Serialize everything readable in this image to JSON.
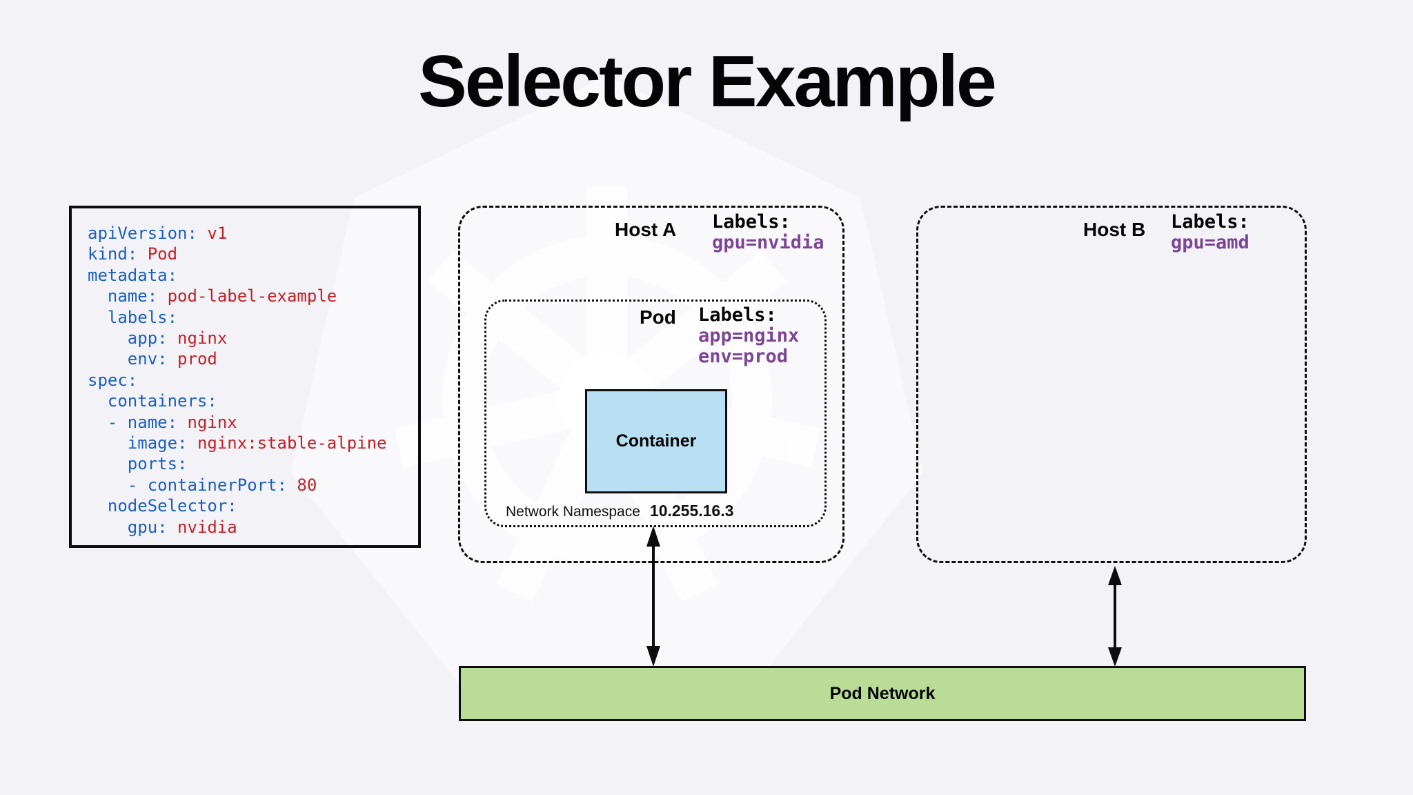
{
  "title": "Selector Example",
  "colors": {
    "background": "#f2f2f7",
    "yaml_key_blue": "#1b5fc1",
    "yaml_value_red": "#c42126",
    "label_purple": "#7d4596",
    "container_fill_blue": "#b9e0f2",
    "network_fill_green": "#b9dc97",
    "line_black": "#0d0d0d"
  },
  "yaml_panel": {
    "lines": [
      {
        "indent": 0,
        "segments": [
          {
            "text": "apiVersion:",
            "type": "key"
          },
          {
            "text": " v1",
            "type": "value"
          }
        ]
      },
      {
        "indent": 0,
        "segments": [
          {
            "text": "kind:",
            "type": "key"
          },
          {
            "text": " Pod",
            "type": "value"
          }
        ]
      },
      {
        "indent": 0,
        "segments": [
          {
            "text": "metadata:",
            "type": "key"
          }
        ]
      },
      {
        "indent": 1,
        "segments": [
          {
            "text": "name:",
            "type": "key"
          },
          {
            "text": " pod-label-example",
            "type": "value"
          }
        ]
      },
      {
        "indent": 1,
        "segments": [
          {
            "text": "labels:",
            "type": "key"
          }
        ]
      },
      {
        "indent": 2,
        "segments": [
          {
            "text": "app:",
            "type": "key"
          },
          {
            "text": " nginx",
            "type": "value"
          }
        ]
      },
      {
        "indent": 2,
        "segments": [
          {
            "text": "env:",
            "type": "key"
          },
          {
            "text": " prod",
            "type": "value"
          }
        ]
      },
      {
        "indent": 0,
        "segments": [
          {
            "text": "spec:",
            "type": "key"
          }
        ]
      },
      {
        "indent": 1,
        "segments": [
          {
            "text": "containers:",
            "type": "key"
          }
        ]
      },
      {
        "indent": 1,
        "segments": [
          {
            "text": "- name:",
            "type": "key"
          },
          {
            "text": " nginx",
            "type": "value"
          }
        ]
      },
      {
        "indent": 2,
        "segments": [
          {
            "text": "image:",
            "type": "key"
          },
          {
            "text": " nginx:stable-alpine",
            "type": "value"
          }
        ]
      },
      {
        "indent": 2,
        "segments": [
          {
            "text": "ports:",
            "type": "key"
          }
        ]
      },
      {
        "indent": 2,
        "segments": [
          {
            "text": "- containerPort:",
            "type": "key"
          },
          {
            "text": " 80",
            "type": "value"
          }
        ]
      },
      {
        "indent": 1,
        "segments": [
          {
            "text": "nodeSelector:",
            "type": "key"
          }
        ]
      },
      {
        "indent": 2,
        "segments": [
          {
            "text": "gpu:",
            "type": "key"
          },
          {
            "text": " nvidia",
            "type": "value"
          }
        ]
      }
    ]
  },
  "host_a": {
    "name": "Host A",
    "labels_heading": "Labels:",
    "labels": [
      "gpu=nvidia"
    ]
  },
  "pod": {
    "name": "Pod",
    "labels_heading": "Labels:",
    "labels": [
      "app=nginx",
      "env=prod"
    ],
    "container_name": "Container",
    "namespace_caption": "Network Namespace",
    "ip_address": "10.255.16.3"
  },
  "host_b": {
    "name": "Host B",
    "labels_heading": "Labels:",
    "labels": [
      "gpu=amd"
    ]
  },
  "pod_network": {
    "name": "Pod Network"
  }
}
